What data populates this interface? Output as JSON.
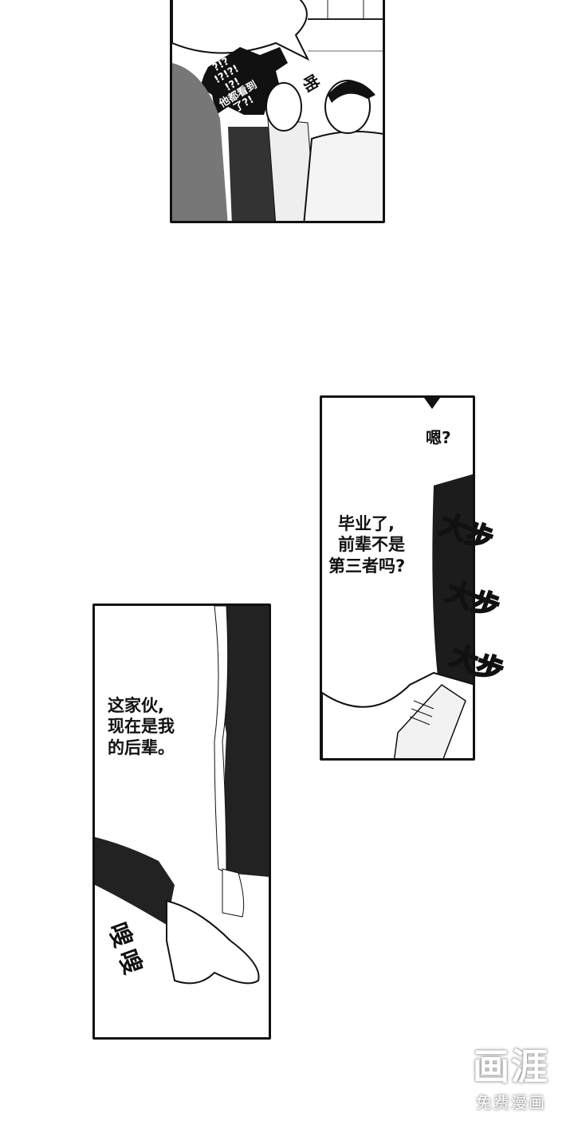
{
  "panels": [
    {
      "id": "panel-1",
      "bubble_text_lines": [
        "?!?",
        "!?!?!",
        "!?!",
        "他都看到",
        "了?!"
      ],
      "sfx": "啪"
    },
    {
      "id": "panel-2",
      "dialogue_top": "嗯?",
      "dialogue_lines": [
        "毕业了,",
        "前辈不是",
        "第三者吗?"
      ],
      "sfx": [
        "大步",
        "大步",
        "大步"
      ]
    },
    {
      "id": "panel-3",
      "dialogue_lines": [
        "这家伙,",
        "现在是我",
        "的后辈。"
      ],
      "sfx": "嗖嗖"
    }
  ],
  "watermark": {
    "brand": "画涯",
    "tagline": "免费漫画"
  }
}
